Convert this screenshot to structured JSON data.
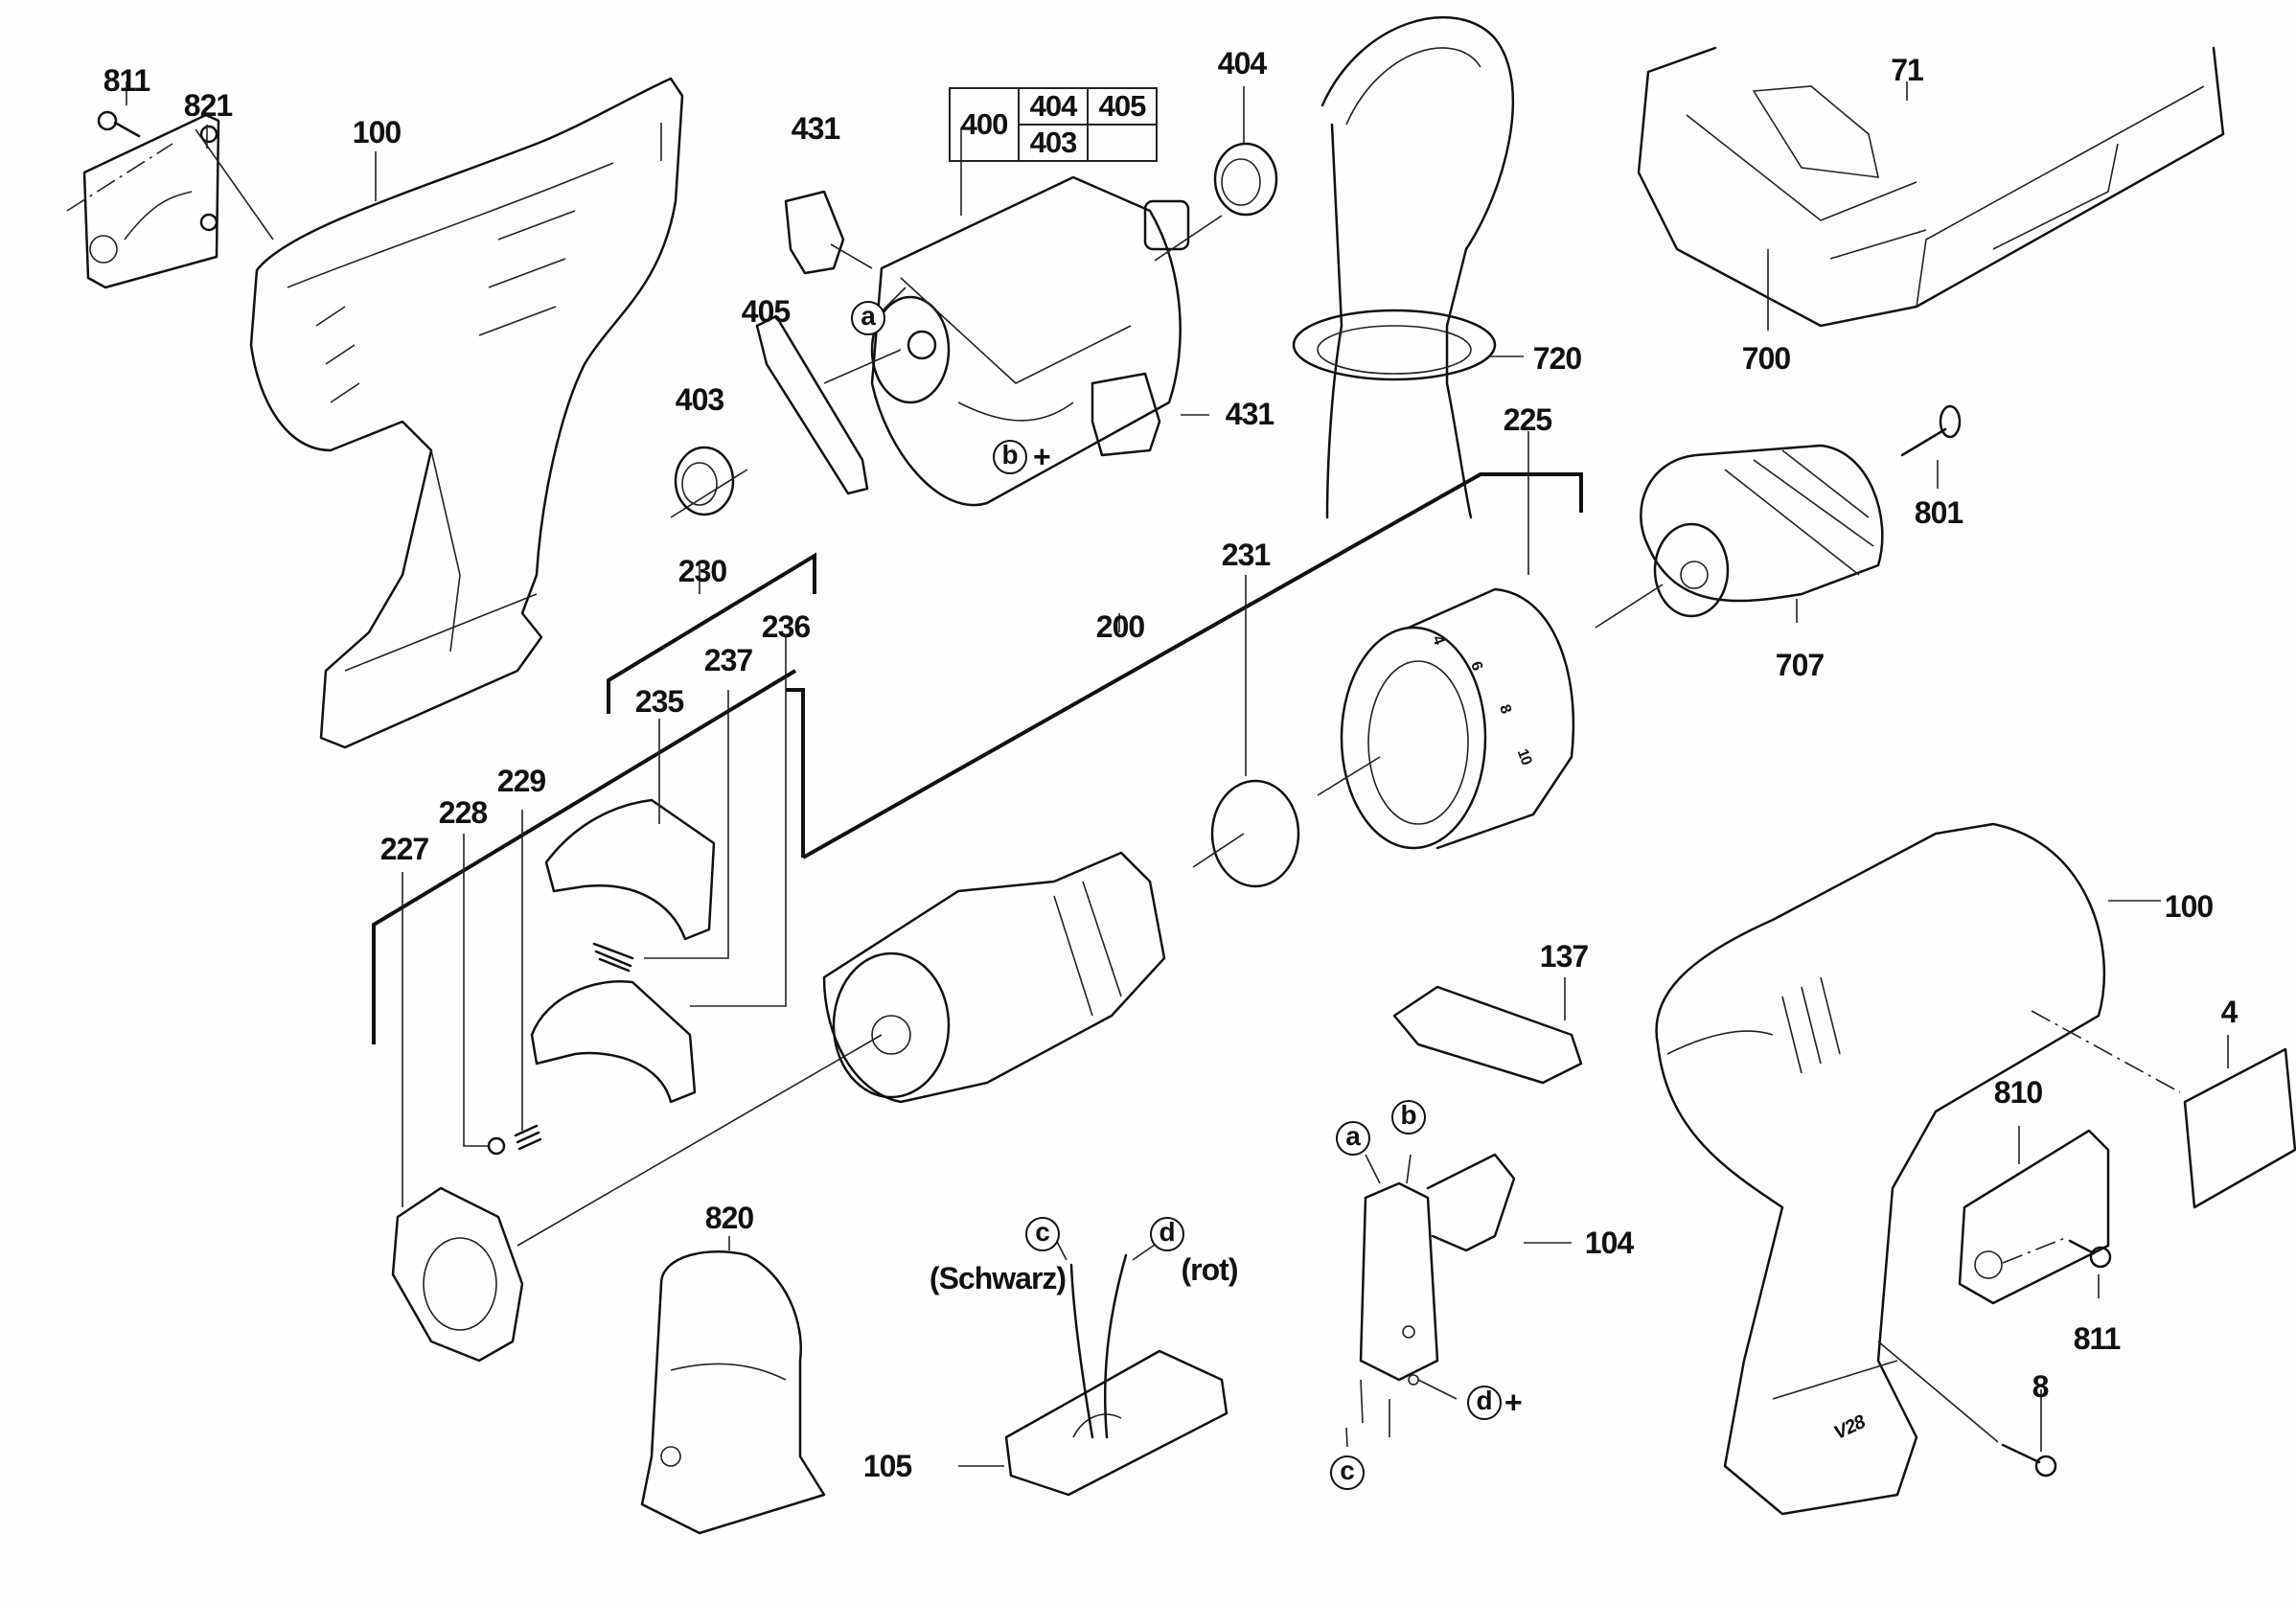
{
  "diagram": {
    "type": "exploded parts diagram",
    "subject": "cordless drill/driver",
    "kit_table": {
      "main": "400",
      "row1": [
        "404",
        "405"
      ],
      "row2": [
        "403",
        ""
      ]
    },
    "labels": {
      "p811a": "811",
      "p821": "821",
      "p100a": "100",
      "p431a": "431",
      "p404": "404",
      "p71": "71",
      "p720": "720",
      "p700": "700",
      "p405": "405",
      "p403": "403",
      "p431b": "431",
      "p225": "225",
      "p801": "801",
      "p707": "707",
      "p230": "230",
      "p236": "236",
      "p237": "237",
      "p235": "235",
      "p200": "200",
      "p231": "231",
      "p229": "229",
      "p228": "228",
      "p227": "227",
      "p100b": "100",
      "p137": "137",
      "p4": "4",
      "p810": "810",
      "p104": "104",
      "p820": "820",
      "p811b": "811",
      "p8": "8",
      "p105": "105"
    },
    "connection_markers": {
      "a1": "a",
      "b1": "b",
      "a2": "a",
      "b2": "b",
      "c1": "c",
      "d1": "d",
      "c2": "c",
      "d2": "d",
      "plus": "+"
    },
    "wire_colors": {
      "black": "(Schwarz)",
      "red": "(rot)"
    },
    "markings": {
      "clutch_numbers": [
        "4",
        "6",
        "8",
        "10"
      ],
      "battery_brand": "V28"
    }
  }
}
